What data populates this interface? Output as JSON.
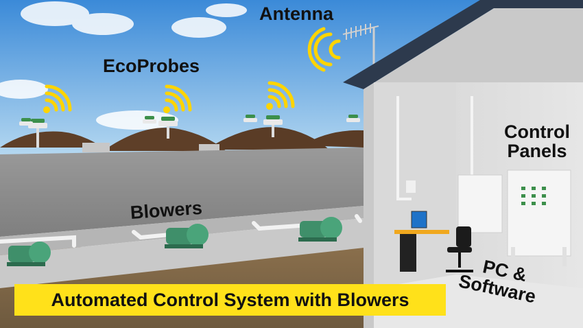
{
  "labels": {
    "antenna": "Antenna",
    "ecoprobes": "EcoProbes",
    "blowers": "Blowers",
    "control_panels_line1": "Control",
    "control_panels_line2": "Panels",
    "pc_line1": "PC &",
    "pc_line2": "Software"
  },
  "caption": "Automated Control System with Blowers",
  "colors": {
    "banner": "#ffe11a",
    "signal": "#ffd400",
    "blower": "#3f8f6a",
    "sky_top": "#3f8fdc",
    "sky_bottom": "#bfe0f3"
  }
}
